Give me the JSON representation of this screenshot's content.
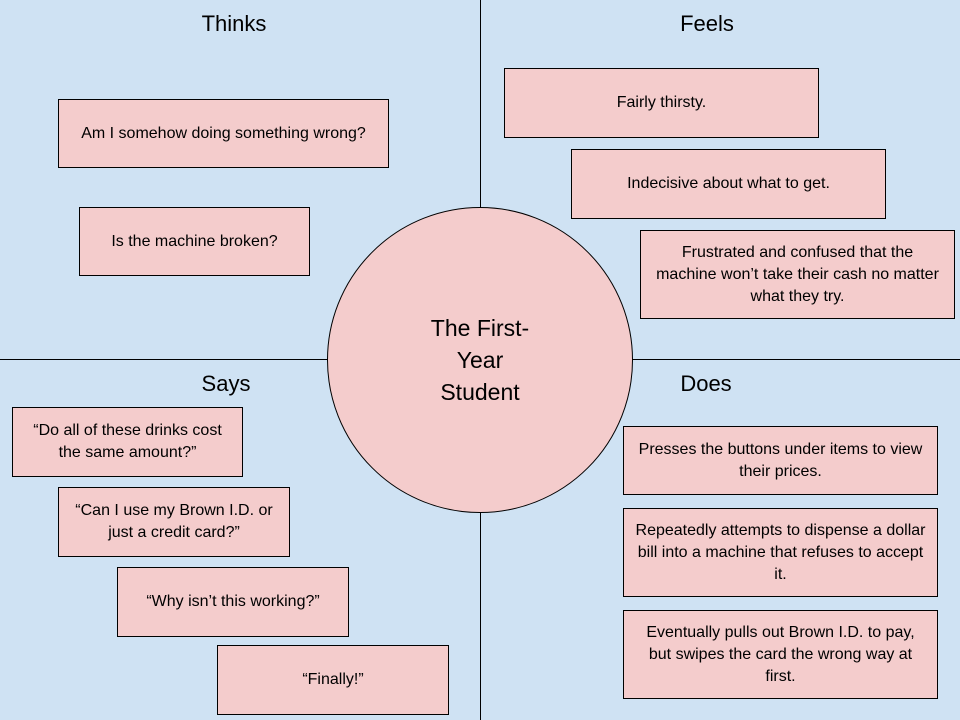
{
  "center": {
    "label": "The First-Year Student"
  },
  "quadrants": {
    "thinks": {
      "title": "Thinks",
      "notes": [
        "Am I somehow doing something wrong?",
        "Is the machine broken?"
      ]
    },
    "feels": {
      "title": "Feels",
      "notes": [
        "Fairly thirsty.",
        "Indecisive about what to get.",
        "Frustrated and confused that the machine won’t take their cash no matter what they try."
      ]
    },
    "says": {
      "title": "Says",
      "notes": [
        "“Do all of these drinks cost the same amount?”",
        "“Can I use my Brown I.D. or just a credit card?”",
        "“Why isn’t this working?”",
        "“Finally!”"
      ]
    },
    "does": {
      "title": "Does",
      "notes": [
        "Presses the buttons under items to view their prices.",
        "Repeatedly attempts to dispense a dollar bill into a machine that refuses to accept it.",
        "Eventually pulls out Brown I.D. to pay, but swipes the card the wrong way at first."
      ]
    }
  },
  "colors": {
    "background": "#cfe2f3",
    "note_fill": "#f4cccc",
    "outline": "#000000"
  }
}
